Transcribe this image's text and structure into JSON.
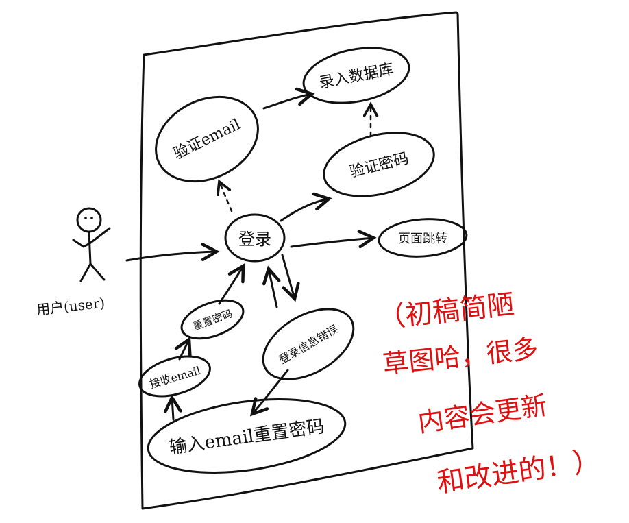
{
  "diagram": {
    "actor_label": "用户(user)",
    "nodes": {
      "login": "登录",
      "verify_email": "验证email",
      "enter_db": "录入数据库",
      "verify_password": "验证密码",
      "page_jump": "页面跳转",
      "reset_password": "重置密码",
      "receive_email": "接收email",
      "login_info_wrong": "登录信息错误",
      "input_email_reset": "输入email重置密码"
    },
    "note": {
      "lines": [
        "（初稿简陋",
        "草图哈，很多",
        "内容会更新",
        "和改进的！）"
      ],
      "color": "#e01010"
    }
  }
}
